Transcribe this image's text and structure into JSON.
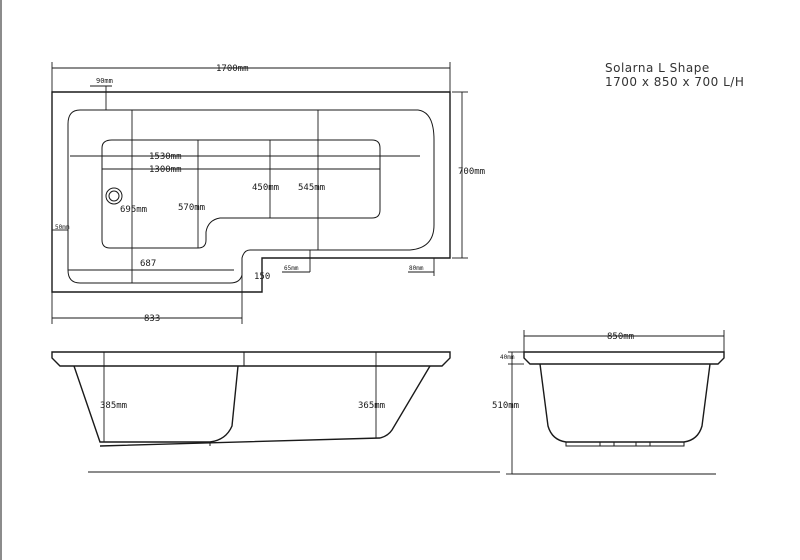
{
  "title": {
    "line1": "Solarna L Shape",
    "line2": "1700 x 850 x 700 L/H"
  },
  "plan_view": {
    "overall_length": "1700mm",
    "overall_width": "700mm",
    "rim_top": "90mm",
    "rim_left": "50mm",
    "rim_right": "80mm",
    "step_rim": "65mm",
    "inner_length_long": "1530mm",
    "inner_length_short": "1300mm",
    "inner_width_full": "695mm",
    "inner_width_narrow": "570mm",
    "inner_width_step": "450mm",
    "inner_width_right": "545mm",
    "bottom_length": "687",
    "step_depth": "150",
    "front_length": "833"
  },
  "side_view": {
    "depth_left": "385mm",
    "depth_right": "365mm"
  },
  "end_view": {
    "width": "850mm",
    "rim_thickness": "40mm",
    "total_height": "510mm"
  }
}
